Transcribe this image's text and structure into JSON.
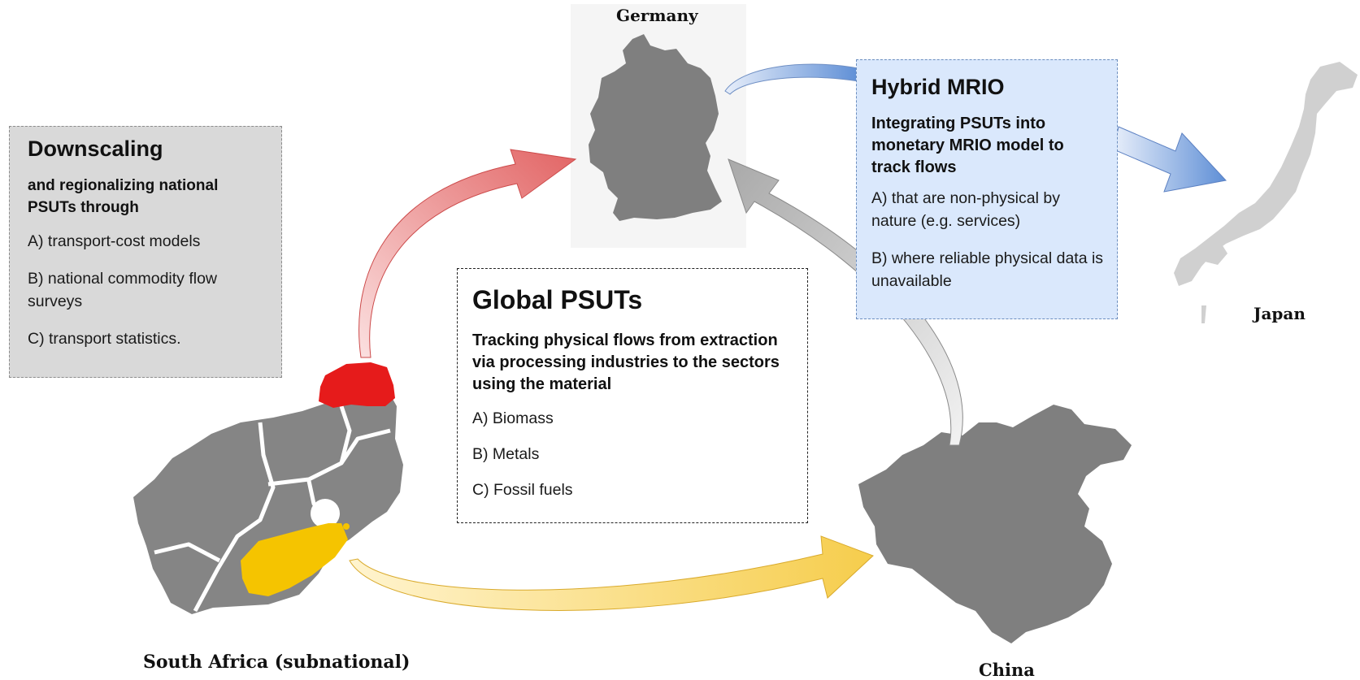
{
  "countries": {
    "germany": "Germany",
    "japan": "Japan",
    "south_africa": "South Africa (subnational)",
    "china": "China"
  },
  "downscaling": {
    "title": "Downscaling",
    "subtitle": "and regionalizing national PSUTs through",
    "items": [
      "A) transport-cost models",
      "B) national commodity flow surveys",
      "C) transport statistics."
    ]
  },
  "global_psuts": {
    "title": "Global PSUTs",
    "subtitle": "Tracking physical flows from extraction via processing industries to the sectors using the material",
    "items": [
      "A) Biomass",
      "B) Metals",
      "C) Fossil fuels"
    ]
  },
  "hybrid_mrio": {
    "title": "Hybrid MRIO",
    "subtitle": "Integrating PSUTs into monetary MRIO model to track flows",
    "items": [
      "A) that are non-physical by nature (e.g. services)",
      "B) where reliable physical data is unavailable"
    ]
  },
  "colors": {
    "map_gray": "#7f7f7f",
    "map_light_gray": "#cfcfcf",
    "highlight_red": "#e61b1b",
    "highlight_yellow": "#f5c400",
    "arrow_red": "#e87878",
    "arrow_gray": "#b8b8b8",
    "arrow_blue": "#6f9ad8",
    "arrow_yellow": "#f7d56a"
  }
}
